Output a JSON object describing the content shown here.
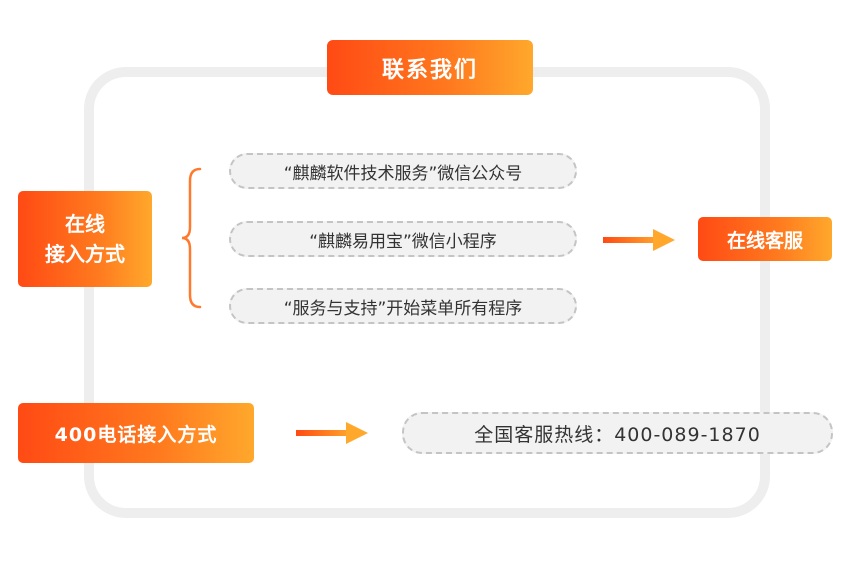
{
  "title": "联系我们",
  "online": {
    "label_line1": "在线",
    "label_line2": "接入方式",
    "channels": [
      "“麒麟软件技术服务”微信公众号",
      "“麒麟易用宝”微信小程序",
      "“服务与支持”开始菜单所有程序"
    ],
    "result": "在线客服"
  },
  "phone": {
    "label": "400电话接入方式",
    "hotline": "全国客服热线：400-089-1870"
  },
  "colors": {
    "accent_start": "#ff4a14",
    "accent_end": "#ffa82c",
    "frame": "#eeeeee",
    "pill_border": "#c4c4c4"
  }
}
